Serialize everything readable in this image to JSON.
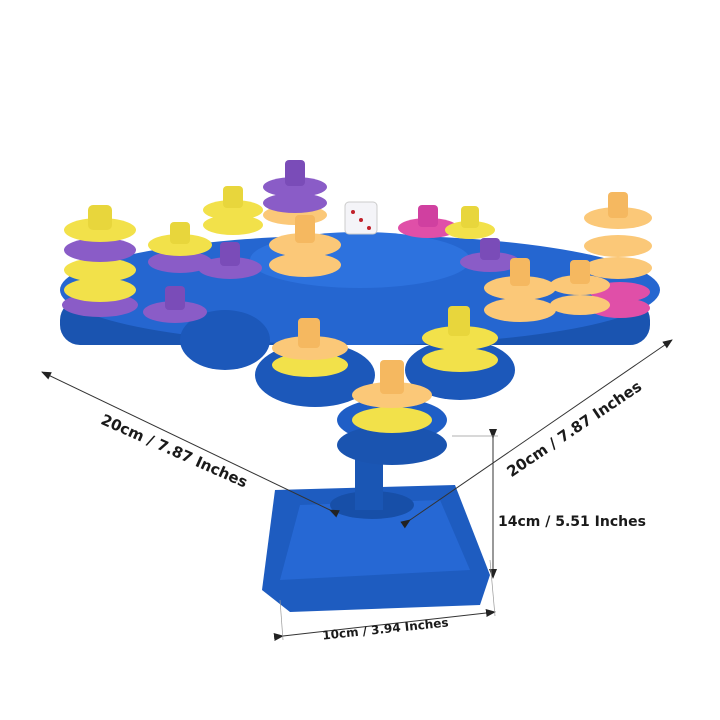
{
  "dimensions": {
    "width_left": "20cm / 7.87 Inches",
    "depth_right": "20cm / 7.87 Inches",
    "height": "14cm / 5.51 Inches",
    "base_width": "10cm / 3.94 Inches"
  },
  "colors": {
    "board_blue": "#1f5fc4",
    "board_dark": "#154a9e",
    "yellow": "#f2e14a",
    "purple": "#8a5cc7",
    "peach": "#fbc878",
    "pink": "#e04fa8",
    "arrow": "#333333"
  }
}
